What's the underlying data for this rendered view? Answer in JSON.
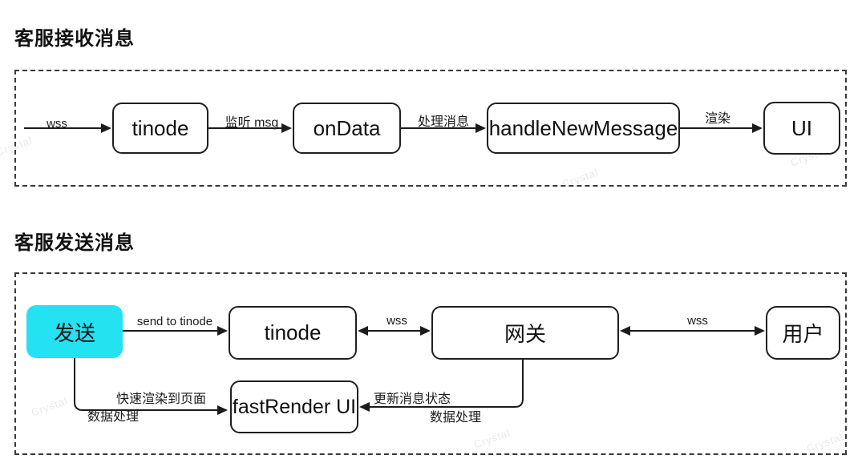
{
  "receive": {
    "title": "客服接收消息",
    "nodes": {
      "tinode": "tinode",
      "ondata": "onData",
      "handler": "handleNewMessage",
      "ui": "UI"
    },
    "edges": {
      "wss": "wss",
      "listen": "监听 msg",
      "process": "处理消息",
      "render": "渲染"
    }
  },
  "send": {
    "title": "客服发送消息",
    "nodes": {
      "send": "发送",
      "tinode": "tinode",
      "gateway": "网关",
      "user": "用户",
      "fastrender": "fastRender UI"
    },
    "edges": {
      "send_to_tinode": "send to tinode",
      "wss_left": "wss",
      "wss_right": "wss",
      "fast_top": "快速渲染到页面",
      "fast_bottom": "数据处理",
      "update_top": "更新消息状态",
      "update_bottom": "数据处理"
    }
  },
  "watermark": "Crystal",
  "colors": {
    "accent_fill": "#24E2F2",
    "line": "#1B1B1B",
    "box_border": "#1F1F1F",
    "dash_border": "#3A3A3A"
  }
}
